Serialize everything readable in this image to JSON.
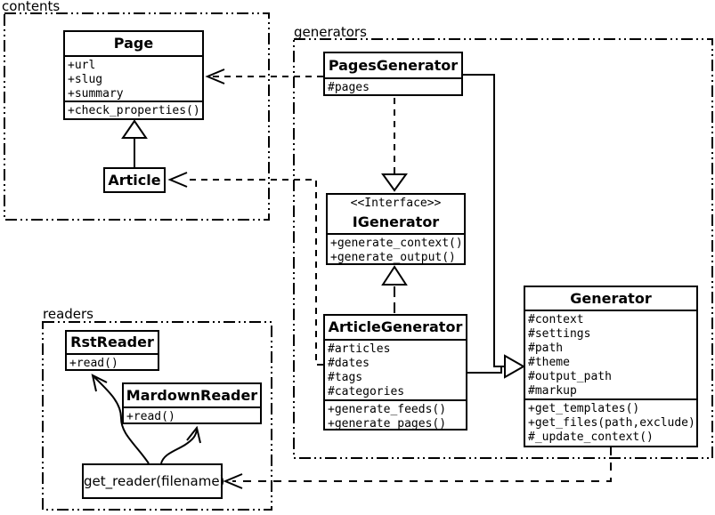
{
  "packages": {
    "contents": "contents",
    "generators": "generators",
    "readers": "readers"
  },
  "classes": {
    "page": {
      "name": "Page",
      "attributes": [
        "+url",
        "+slug",
        "+summary"
      ],
      "methods": [
        "+check_properties()"
      ]
    },
    "article": {
      "name": "Article"
    },
    "pages_generator": {
      "name": "PagesGenerator",
      "attributes": [
        "#pages"
      ]
    },
    "igenerator": {
      "stereotype": "<<Interface>>",
      "name": "IGenerator",
      "methods": [
        "+generate_context()",
        "+generate_output()"
      ]
    },
    "article_generator": {
      "name": "ArticleGenerator",
      "attributes": [
        "#articles",
        "#dates",
        "#tags",
        "#categories"
      ],
      "methods": [
        "+generate_feeds()",
        "+generate_pages()"
      ]
    },
    "generator": {
      "name": "Generator",
      "attributes": [
        "#context",
        "#settings",
        "#path",
        "#theme",
        "#output_path",
        "#markup"
      ],
      "methods": [
        "+get_templates()",
        "+get_files(path,exclude)",
        "#_update_context()"
      ]
    },
    "rst_reader": {
      "name": "RstReader",
      "methods": [
        "+read()"
      ]
    },
    "markdown_reader": {
      "name": "MardownReader",
      "methods": [
        "+read()"
      ]
    },
    "get_reader": {
      "label": "get_reader(filename)"
    }
  },
  "relationships": [
    {
      "type": "inheritance",
      "from": "Article",
      "to": "Page"
    },
    {
      "type": "dependency",
      "from": "PagesGenerator",
      "to": "Page"
    },
    {
      "type": "dependency",
      "from": "ArticleGenerator",
      "to": "Article"
    },
    {
      "type": "realization",
      "from": "PagesGenerator",
      "to": "IGenerator"
    },
    {
      "type": "realization",
      "from": "ArticleGenerator",
      "to": "IGenerator"
    },
    {
      "type": "inheritance",
      "from": "PagesGenerator",
      "to": "Generator"
    },
    {
      "type": "inheritance",
      "from": "ArticleGenerator",
      "to": "Generator"
    },
    {
      "type": "dependency",
      "from": "Generator",
      "to": "get_reader(filename)"
    },
    {
      "type": "association",
      "from": "get_reader(filename)",
      "to": "RstReader"
    },
    {
      "type": "association",
      "from": "get_reader(filename)",
      "to": "MardownReader"
    }
  ],
  "colors": {
    "line": "#000000",
    "background": "#ffffff"
  }
}
